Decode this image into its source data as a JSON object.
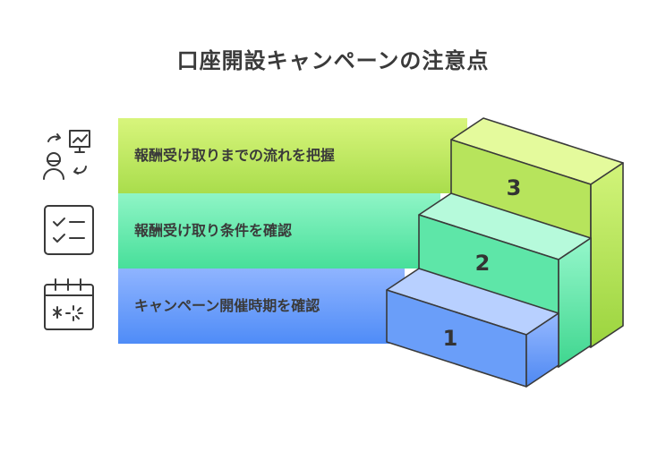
{
  "title": "口座開設キャンペーンの注意点",
  "steps": [
    {
      "number": "3",
      "label": "報酬受け取りまでの流れを把握",
      "icon": "person-chart-icon"
    },
    {
      "number": "2",
      "label": "報酬受け取り条件を確認",
      "icon": "checklist-icon"
    },
    {
      "number": "1",
      "label": "キャンペーン開催時期を確認",
      "icon": "calendar-icon"
    }
  ],
  "colors": {
    "step3": "#a9dd4c",
    "step2": "#47df9a",
    "step1": "#4f8cf7",
    "outline": "#3a3a3a"
  }
}
